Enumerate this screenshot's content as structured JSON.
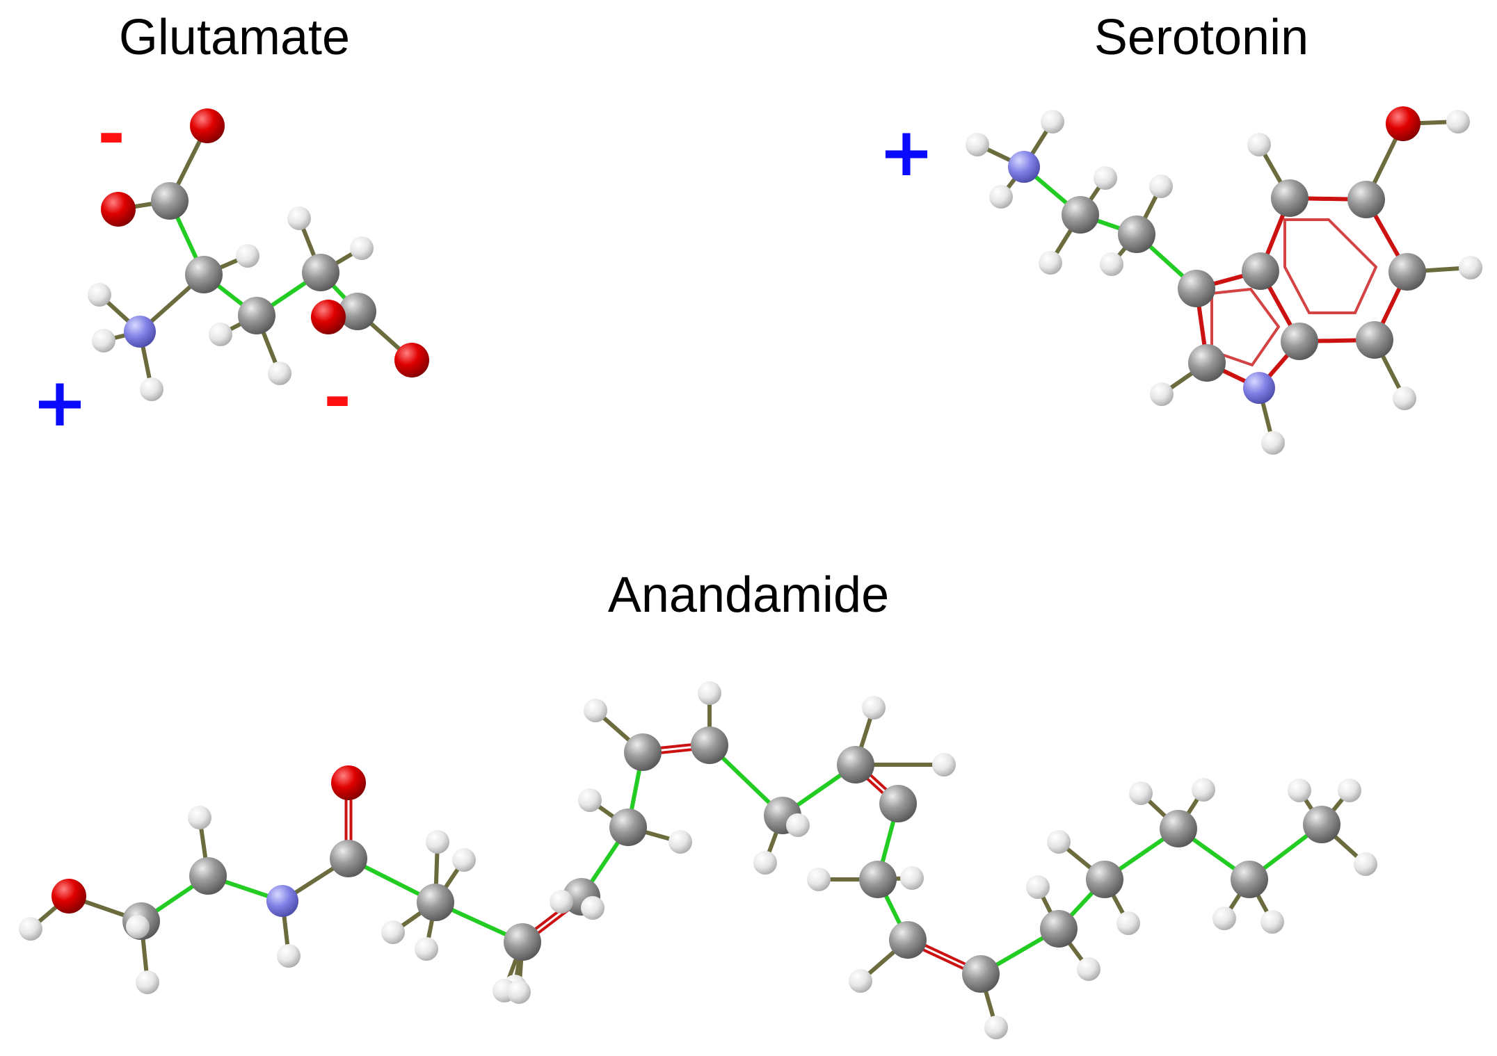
{
  "colors": {
    "background": "#ffffff",
    "carbon": "#8c8c8c",
    "hydrogen": "#e8e8e8",
    "oxygen": "#dd0000",
    "nitrogen": "#7b7bdd",
    "bond_single": "#6b6b3e",
    "bond_chain": "#22cc22",
    "bond_double": "#cc1111",
    "aromatic_ring": "#cc2222",
    "charge_positive": "#0a0aff",
    "charge_negative": "#ff1010"
  },
  "molecules": [
    {
      "name": "Glutamate",
      "charges": [
        "-",
        "-",
        "+"
      ]
    },
    {
      "name": "Serotonin",
      "charges": [
        "+"
      ]
    },
    {
      "name": "Anandamide",
      "charges": []
    }
  ]
}
